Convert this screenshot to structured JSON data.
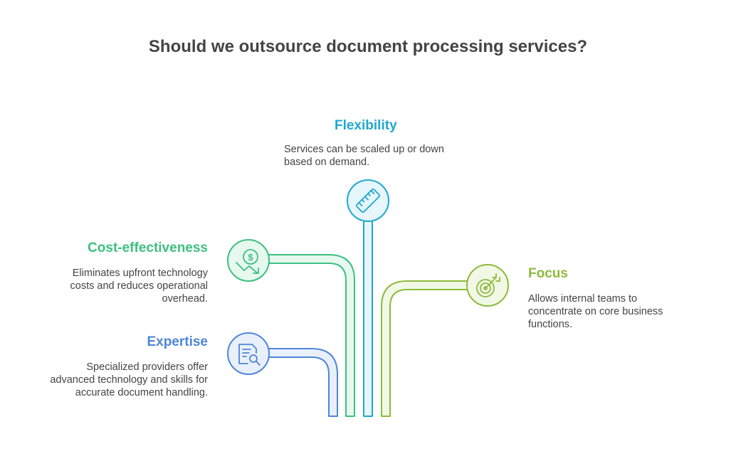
{
  "title": "Should we outsource document processing services?",
  "colors": {
    "flexibility": "#1fa8d1",
    "cost": "#3cc07f",
    "expertise": "#4e86d8",
    "focus": "#8cbb3c"
  },
  "items": {
    "flexibility": {
      "heading": "Flexibility",
      "description_lines": [
        "Services can be scaled up or down",
        "based on demand."
      ],
      "icon": "ruler-icon"
    },
    "cost": {
      "heading": "Cost-effectiveness",
      "description_lines": [
        "Eliminates upfront technology",
        "costs and reduces operational",
        "overhead."
      ],
      "icon": "dollar-down-icon"
    },
    "expertise": {
      "heading": "Expertise",
      "description_lines": [
        "Specialized providers offer",
        "advanced technology and skills for",
        "accurate document handling."
      ],
      "icon": "document-search-icon"
    },
    "focus": {
      "heading": "Focus",
      "description_lines": [
        "Allows internal teams to",
        "concentrate on core business",
        "functions."
      ],
      "icon": "target-icon"
    }
  }
}
